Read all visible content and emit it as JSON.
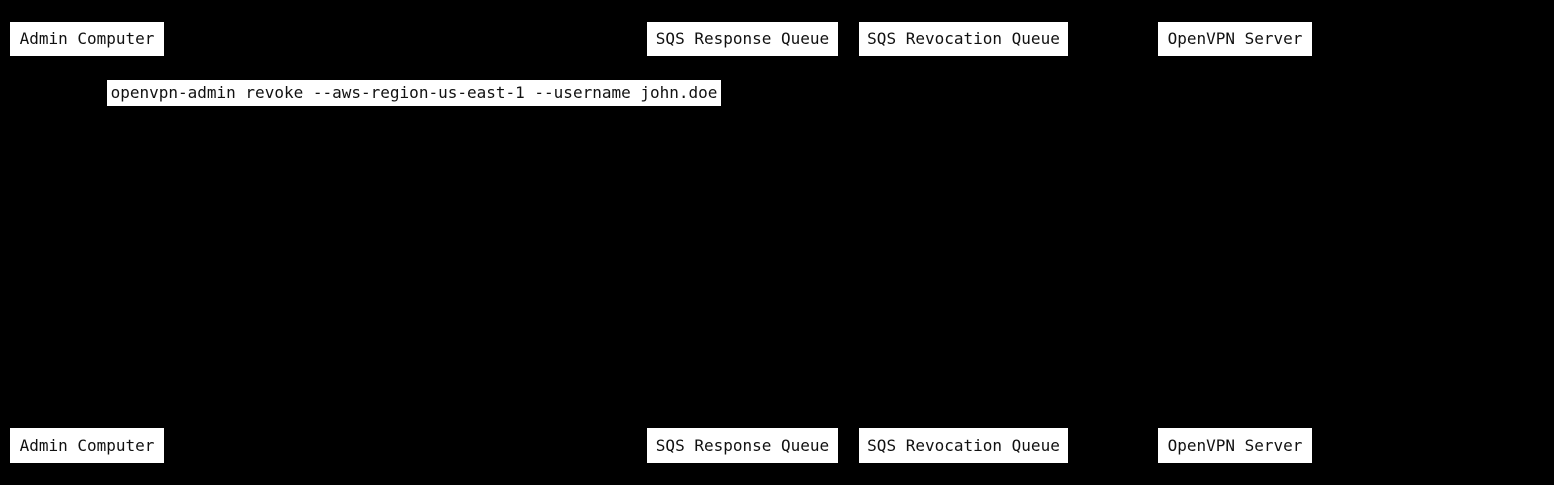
{
  "diagram_type": "sequence-diagram",
  "colors": {
    "background": "#000000",
    "box_fill": "#ffffff",
    "box_text": "#111111"
  },
  "actors": [
    "Admin Computer",
    "SQS Response Queue",
    "SQS Revocation Queue",
    "OpenVPN Server"
  ],
  "messages": [
    {
      "from": "Admin Computer",
      "label": "openvpn-admin revoke --aws-region-us-east-1 --username john.doe"
    }
  ]
}
